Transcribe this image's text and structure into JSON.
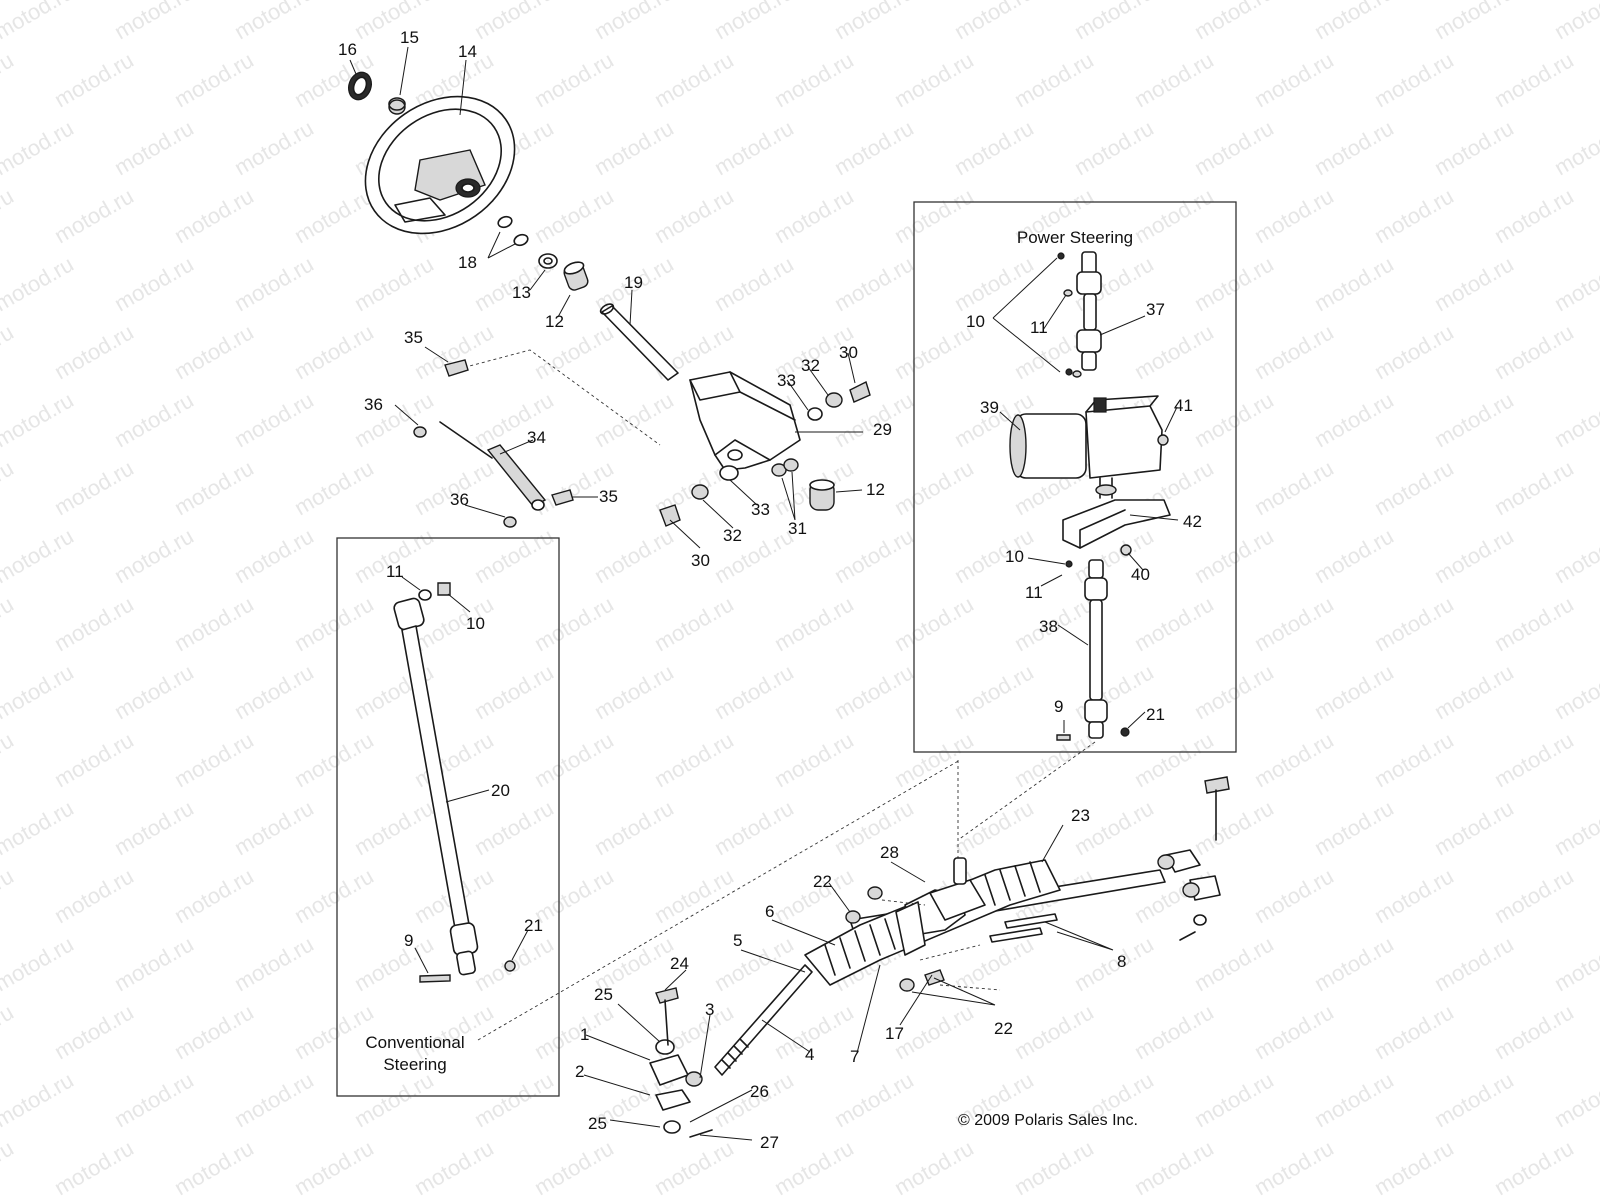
{
  "watermark": "motod.ru",
  "boxes": {
    "power_steering_title": "Power Steering",
    "conventional_steering_title_line1": "Conventional",
    "conventional_steering_title_line2": "Steering"
  },
  "copyright": "© 2009 Polaris Sales Inc.",
  "callouts": {
    "c16": "16",
    "c15": "15",
    "c14": "14",
    "c18": "18",
    "c13": "13",
    "c12a": "12",
    "c19": "19",
    "c35a": "35",
    "c36a": "36",
    "c34": "34",
    "c35b": "35",
    "c36b": "36",
    "c33a": "33",
    "c32a": "32",
    "c30a": "30",
    "c29": "29",
    "c12b": "12",
    "c31": "31",
    "c33b": "33",
    "c32b": "32",
    "c30b": "30",
    "ps10a": "10",
    "ps11a": "11",
    "ps37": "37",
    "ps39": "39",
    "ps41": "41",
    "ps42": "42",
    "ps10b": "10",
    "ps11b": "11",
    "ps40": "40",
    "ps38": "38",
    "ps9": "9",
    "ps21": "21",
    "cs11": "11",
    "cs10": "10",
    "cs20": "20",
    "cs9": "9",
    "cs21": "21",
    "r23": "23",
    "r28": "28",
    "r22a": "22",
    "r6": "6",
    "r5": "5",
    "r24": "24",
    "r25a": "25",
    "r3": "3",
    "r1": "1",
    "r4": "4",
    "r7": "7",
    "r17": "17",
    "r22b": "22",
    "r8": "8",
    "r2": "2",
    "r26": "26",
    "r25b": "25",
    "r27": "27"
  }
}
